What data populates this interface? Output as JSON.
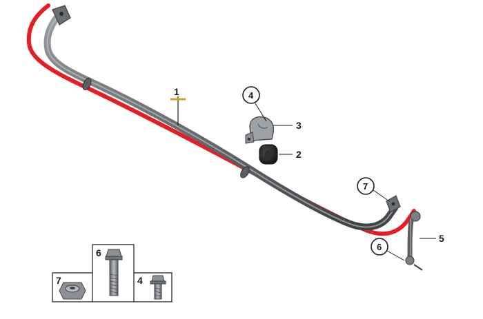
{
  "labels": {
    "part1": "1",
    "part2": "2",
    "part3": "3",
    "part4": "4",
    "part5": "5",
    "part6": "6",
    "part7": "7"
  },
  "callouts": {
    "bracket_bolt": "4",
    "link_upper_nut": "7",
    "link_lower_bolt": "6"
  },
  "hardware_box": {
    "nut_label": "7",
    "bolt_label": "6",
    "screw_label": "4"
  },
  "colors": {
    "highlight_red": "#e31e24",
    "bar_gray": "#6b6e72",
    "label_marker_gold": "#c9a227",
    "line_dark": "#1a1a1a"
  }
}
